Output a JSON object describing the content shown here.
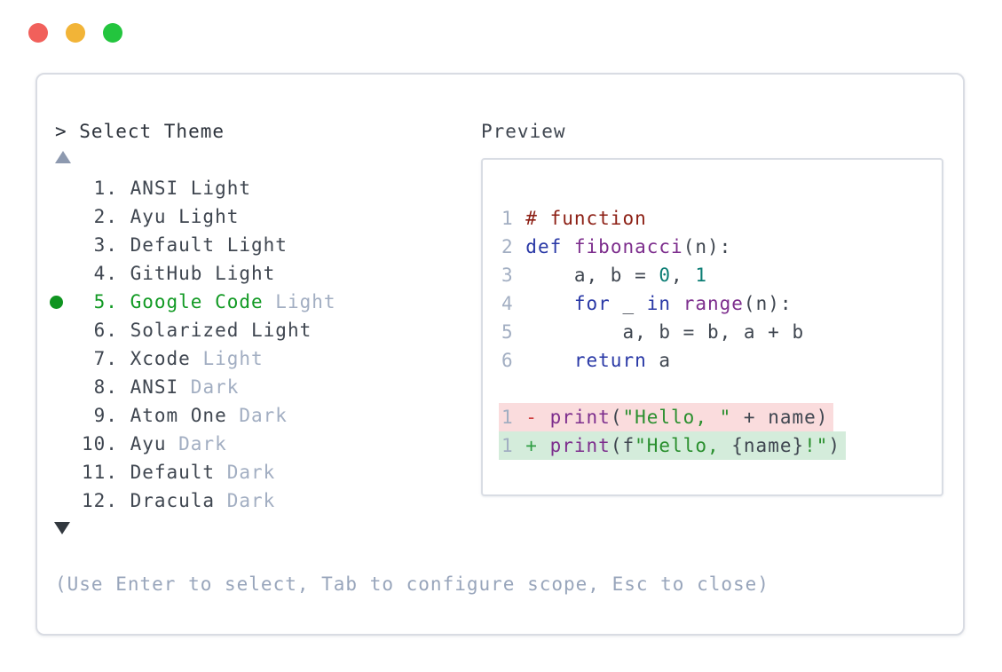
{
  "window": {
    "traffic_lights": [
      {
        "name": "close",
        "color": "#f1605b"
      },
      {
        "name": "minimize",
        "color": "#f2b437"
      },
      {
        "name": "zoom",
        "color": "#23c53e"
      }
    ]
  },
  "prompt": {
    "text": "> Select Theme"
  },
  "scroll_indicators": {
    "up_symbol": "▲",
    "down_symbol": "▼"
  },
  "theme_list": {
    "selected_color": "#129a24",
    "items": [
      {
        "number": "1",
        "name": "ANSI Light",
        "suffix": "",
        "selected": false
      },
      {
        "number": "2",
        "name": "Ayu Light",
        "suffix": "",
        "selected": false
      },
      {
        "number": "3",
        "name": "Default Light",
        "suffix": "",
        "selected": false
      },
      {
        "number": "4",
        "name": "GitHub Light",
        "suffix": "",
        "selected": false
      },
      {
        "number": "5",
        "name": "Google Code",
        "suffix": "Light",
        "selected": true
      },
      {
        "number": "6",
        "name": "Solarized Light",
        "suffix": "",
        "selected": false
      },
      {
        "number": "7",
        "name": "Xcode",
        "suffix": "Light",
        "selected": false
      },
      {
        "number": "8",
        "name": "ANSI",
        "suffix": "Dark",
        "selected": false
      },
      {
        "number": "9",
        "name": "Atom One",
        "suffix": "Dark",
        "selected": false
      },
      {
        "number": "10",
        "name": "Ayu",
        "suffix": "Dark",
        "selected": false
      },
      {
        "number": "11",
        "name": "Default",
        "suffix": "Dark",
        "selected": false
      },
      {
        "number": "12",
        "name": "Dracula",
        "suffix": "Dark",
        "selected": false
      }
    ]
  },
  "preview": {
    "label": "Preview",
    "syntax_colors": {
      "comment": "#8c1f14",
      "keyword": "#2938a6",
      "function": "#7d2e8d",
      "number": "#0b7d74",
      "string": "#2a8f2e",
      "plain": "#3f4650",
      "diff_removed_bg": "#fadcdd",
      "diff_added_bg": "#d4ecdb",
      "diff_minus": "#cf3f3f",
      "diff_plus": "#2f9e44",
      "line_number": "#a2aec2"
    },
    "code_lines": [
      {
        "ln": "1",
        "tokens": [
          [
            "# function",
            "comment"
          ]
        ]
      },
      {
        "ln": "2",
        "tokens": [
          [
            "def",
            "kw"
          ],
          [
            " ",
            "pl"
          ],
          [
            "fibonacci",
            "fn"
          ],
          [
            "(n):",
            "pl"
          ]
        ]
      },
      {
        "ln": "3",
        "tokens": [
          [
            "    a, b = ",
            "pl"
          ],
          [
            "0",
            "num"
          ],
          [
            ", ",
            "pl"
          ],
          [
            "1",
            "num"
          ]
        ]
      },
      {
        "ln": "4",
        "tokens": [
          [
            "    ",
            "pl"
          ],
          [
            "for",
            "kw"
          ],
          [
            " _ ",
            "pl"
          ],
          [
            "in",
            "kw"
          ],
          [
            " ",
            "pl"
          ],
          [
            "range",
            "fn"
          ],
          [
            "(n):",
            "pl"
          ]
        ]
      },
      {
        "ln": "5",
        "tokens": [
          [
            "        a, b = b, a + b",
            "pl"
          ]
        ]
      },
      {
        "ln": "6",
        "tokens": [
          [
            "    ",
            "pl"
          ],
          [
            "return",
            "kw"
          ],
          [
            " a",
            "pl"
          ]
        ]
      },
      {
        "ln": "",
        "tokens": []
      },
      {
        "ln": "1",
        "diff": "del",
        "tokens": [
          [
            "- ",
            "minus"
          ],
          [
            "print",
            "fn"
          ],
          [
            "(",
            "pl"
          ],
          [
            "\"Hello, \"",
            "str"
          ],
          [
            " + name)",
            "pl"
          ]
        ]
      },
      {
        "ln": "1",
        "diff": "add",
        "tokens": [
          [
            "+ ",
            "plus"
          ],
          [
            "print",
            "fn"
          ],
          [
            "(f",
            "pl"
          ],
          [
            "\"Hello, ",
            "str"
          ],
          [
            "{name}",
            "pl"
          ],
          [
            "!\"",
            "str"
          ],
          [
            ")",
            "pl"
          ]
        ]
      }
    ]
  },
  "footer": {
    "hint": "(Use Enter to select, Tab to configure scope, Esc to close)"
  }
}
